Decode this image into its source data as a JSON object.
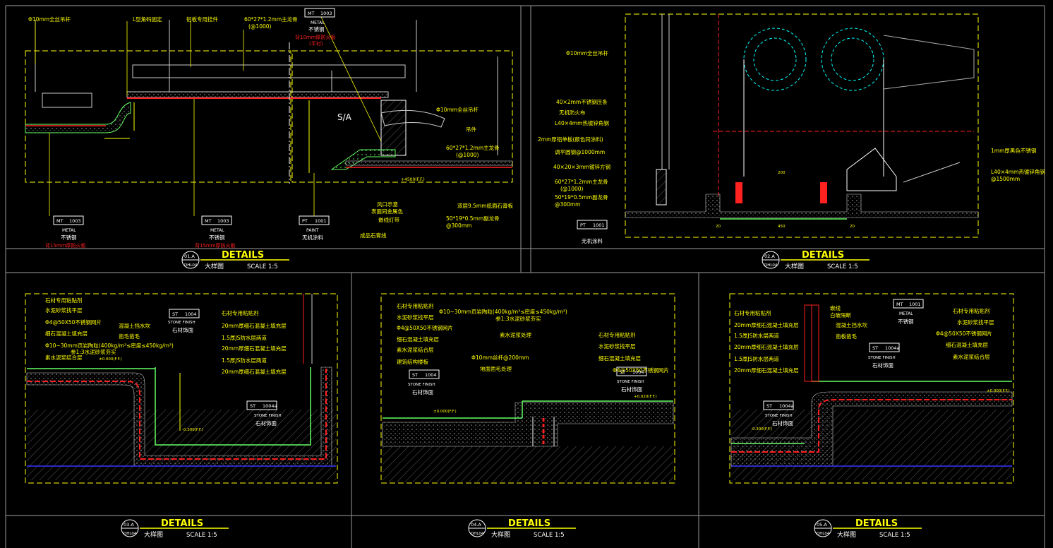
{
  "colors": {
    "bg": "#000000",
    "frame": "#7f7f7f",
    "yellow": "#ffff00",
    "white": "#ffffff",
    "red": "#ff2020",
    "cyan": "#00ffff",
    "green": "#66ff66",
    "blue": "#3333ff",
    "grey": "#8c8c8c"
  },
  "titles": [
    {
      "num": "01.A",
      "ref": "DHL04",
      "title": "DETAILS",
      "sub": "大样图",
      "scale": "SCALE 1:5"
    },
    {
      "num": "02.A",
      "ref": "DHL04",
      "title": "DETAILS",
      "sub": "大样图",
      "scale": "SCALE 1:5"
    },
    {
      "num": "03.A",
      "ref": "DHL04",
      "title": "DETAILS",
      "sub": "大样图",
      "scale": "SCALE 1:5"
    },
    {
      "num": "04.A",
      "ref": "DHL04",
      "title": "DETAILS",
      "sub": "大样图",
      "scale": "SCALE 1:5"
    },
    {
      "num": "05.A",
      "ref": "DHL04",
      "title": "DETAILS",
      "sub": "大样图",
      "scale": "SCALE 1:5"
    }
  ],
  "d1": {
    "top": [
      "Φ10mm全丝吊杆",
      "L型角码固定",
      "铝板专用挂件",
      "60*27*1.2mm主龙骨",
      "(@1000)"
    ],
    "tag": {
      "code": "MT",
      "num": "1003",
      "type": "METAL",
      "name": "不锈钢",
      "note": "背10mm厚防火板",
      "note2": "(平衬)"
    },
    "right": [
      "Φ10mm全丝吊杆",
      "吊件",
      "60*27*1.2mm主龙骨",
      "(@1000)"
    ],
    "sa": "S/A",
    "bottom_tags": [
      {
        "code": "MT",
        "num": "1003",
        "type": "METAL",
        "name": "不锈钢",
        "note": "背15mm厚防火板"
      },
      {
        "code": "MT",
        "num": "1003",
        "type": "METAL",
        "name": "不锈钢",
        "note": "背15mm厚防火板"
      },
      {
        "code": "PT",
        "num": "1001",
        "type": "PAINT",
        "name": "无机涂料"
      }
    ],
    "bottom_notes": [
      "风口示意",
      "表面同金属色",
      "嵌线灯带",
      "成品石膏线",
      "双层9.5mm纸面石膏板",
      "50*19*0.5mm副龙骨",
      "@300mm"
    ],
    "level": "+4500(F.F.)"
  },
  "d2": {
    "left": [
      "Φ10mm全丝吊杆",
      "40×2mm不锈钢压条",
      "无机防火布",
      "L40×4mm热镀锌角钢",
      "2mm厚铝单板(颜色同涂料)",
      "调平圆钢@1000mm",
      "40×20×3mm镀锌方钢",
      "60*27*1.2mm主龙骨",
      "(@1000)",
      "50*19*0.5mm副龙骨",
      "@300mm"
    ],
    "right": [
      "1mm厚黑色不锈钢",
      "L40×4mm热镀锌角钢",
      "@1500mm"
    ],
    "tag": {
      "code": "PT",
      "num": "1001",
      "name": "无机涂料"
    },
    "dims": [
      "20",
      "450",
      "20",
      "200"
    ]
  },
  "d3": {
    "left": [
      "石材专用粘贴剂",
      "水泥砂浆找平层",
      "Φ4@50X50不锈钢网片",
      "细石混凝土填充层",
      "Φ10~30mm页岩陶粒(400kg/m³≤密度≤450kg/m³)",
      "参1:3水泥砂浆夯实",
      "素水泥浆结合层"
    ],
    "mid": [
      "混凝土挡水坎",
      "凿毛凿毛"
    ],
    "tag1": {
      "code": "ST",
      "num": "1004",
      "type": "STONE FINISH",
      "name": "石材饰面"
    },
    "right": [
      "石材专用粘贴剂",
      "20mm厚细石混凝土填充层",
      "1.5厚JS防水层两道",
      "20mm厚细石混凝土填充层",
      "1.5厚JS防水层两道",
      "20mm厚细石混凝土填充层"
    ],
    "tag2": {
      "code": "ST",
      "num": "1004a",
      "type": "STONE FINISH",
      "name": "石材饰面"
    },
    "level1": "±0.000(F.F.)",
    "level2": "-0.300(F.F.)"
  },
  "d4": {
    "left": [
      "石材专用粘贴剂",
      "水泥砂浆找平层",
      "Φ4@50X50不锈钢网片",
      "细石混凝土填充层",
      "素水泥浆结合层",
      "建筑结构楼板"
    ],
    "top": "Φ10~30mm页岩陶粒(400kg/m³≤密度≤450kg/m³)",
    "top2": "参1:3水泥砂浆夯实",
    "mid": [
      "素水泥浆处理",
      "石材专用粘贴剂",
      "水泥砂浆找平层",
      "细石混凝土填充层",
      "Φ4@50X50不锈钢网片"
    ],
    "pipe": [
      "Φ10mm丝杆@200mm",
      "地面凿毛处理"
    ],
    "tag1": {
      "code": "ST",
      "num": "1004",
      "type": "STONE FINISH",
      "name": "石材饰面"
    },
    "tag2": {
      "code": "ST",
      "num": "1004",
      "type": "STONE FINISH",
      "name": "石材饰面"
    },
    "level1": "±0.000(F.F.)",
    "level2": "+0.020(F.F.)"
  },
  "d5": {
    "left": [
      "石材专用粘贴剂",
      "20mm厚细石混凝土填充层",
      "1.5厚JS防水层两道",
      "20mm厚细石混凝土填充层",
      "1.5厚JS防水层两道",
      "20mm厚细石混凝土填充层"
    ],
    "mid": [
      "嵌线",
      "白玻隔断",
      "混凝土挡水坎",
      "凿板凿毛"
    ],
    "tag1": {
      "code": "MT",
      "num": "1001",
      "type": "METAL",
      "name": "不锈钢"
    },
    "tag2": {
      "code": "ST",
      "num": "1004a",
      "type": "STONE FINISH",
      "name": "石材饰面"
    },
    "tag3": {
      "code": "ST",
      "num": "1004a",
      "type": "STONE FINISH",
      "name": "石材饰面"
    },
    "right": [
      "石材专用粘贴剂",
      "水泥砂浆找平层",
      "Φ4@50X50不锈钢网片",
      "细石混凝土填充层",
      "素水泥浆结合层"
    ],
    "level1": "±0.000(F.F.)",
    "level2": "-0.300(F.F.)"
  }
}
